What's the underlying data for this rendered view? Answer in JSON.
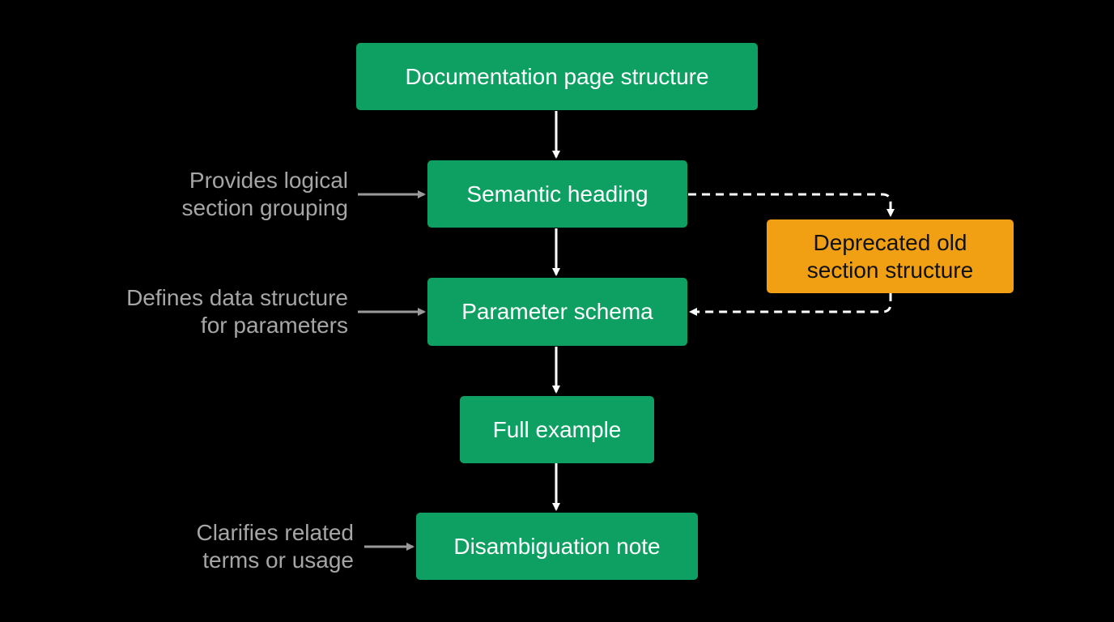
{
  "colors": {
    "background": "#000000",
    "process_fill": "#0ea062",
    "deprecated_fill": "#f0a012",
    "connector": "#ffffff",
    "annotation_text": "#a6a6a6",
    "annotation_arrow": "#9a9a9a"
  },
  "nodes": {
    "documentation_page_structure": "Documentation page structure",
    "semantic_heading": "Semantic heading",
    "parameter_schema": "Parameter schema",
    "full_example": "Full example",
    "disambiguation_note": "Disambiguation note",
    "deprecated_old_section_structure": "Deprecated old\nsection structure"
  },
  "annotations": {
    "semantic_heading": "Provides logical\nsection grouping",
    "parameter_schema": "Defines data structure\nfor parameters",
    "disambiguation_note": "Clarifies related\nterms or usage"
  },
  "edges": [
    {
      "from": "documentation_page_structure",
      "to": "semantic_heading",
      "style": "solid"
    },
    {
      "from": "semantic_heading",
      "to": "parameter_schema",
      "style": "solid"
    },
    {
      "from": "parameter_schema",
      "to": "full_example",
      "style": "solid"
    },
    {
      "from": "full_example",
      "to": "disambiguation_note",
      "style": "solid"
    },
    {
      "from": "semantic_heading",
      "to": "deprecated_old_section_structure",
      "style": "dashed"
    },
    {
      "from": "deprecated_old_section_structure",
      "to": "parameter_schema",
      "style": "dashed"
    }
  ]
}
